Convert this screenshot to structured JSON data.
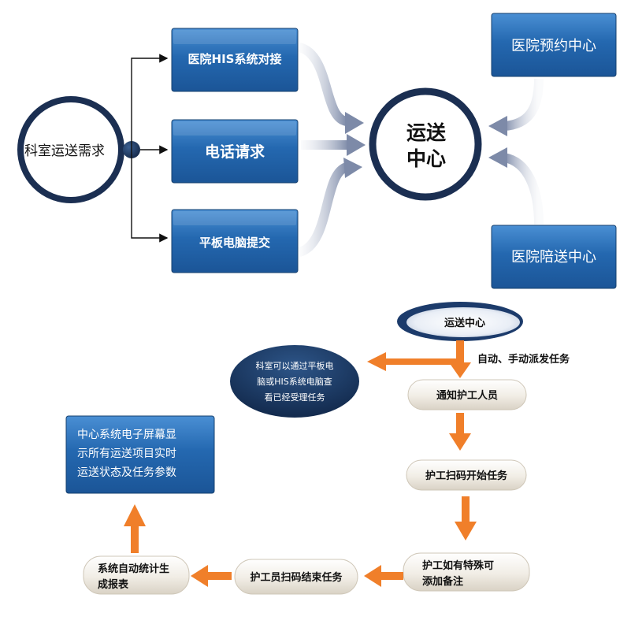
{
  "top": {
    "source": "科室运送需求",
    "channels": [
      "医院HIS系统对接",
      "电话请求",
      "平板电脑提交"
    ],
    "center": [
      "运送",
      "中心"
    ],
    "side_top": "医院预约中心",
    "side_bottom": "医院陪送中心"
  },
  "flow": {
    "start": "运送中心",
    "auto_label": "自动、手动派发任务",
    "note": [
      "科室可以通过平板电",
      "脑或HIS系统电脑查",
      "看已经受理任务"
    ],
    "notify": "通知护工人员",
    "scan_start": "护工扫码开始任务",
    "remark": [
      "护工如有特殊可",
      "添加备注"
    ],
    "scan_end": "护工员扫码结束任务",
    "stats": [
      "系统自动统计生",
      "成报表"
    ],
    "screen": [
      "中心系统电子屏幕显",
      "示所有运送项目实时",
      "运送状态及任务参数"
    ]
  },
  "colors": {
    "box_blue": "#1f5fa6",
    "box_blue_light": "#3d82c9",
    "ring": "#1b2f52",
    "node": "#1c3760",
    "arrow_orange": "#f07f2a",
    "arrow_gray": "#8895b0"
  }
}
